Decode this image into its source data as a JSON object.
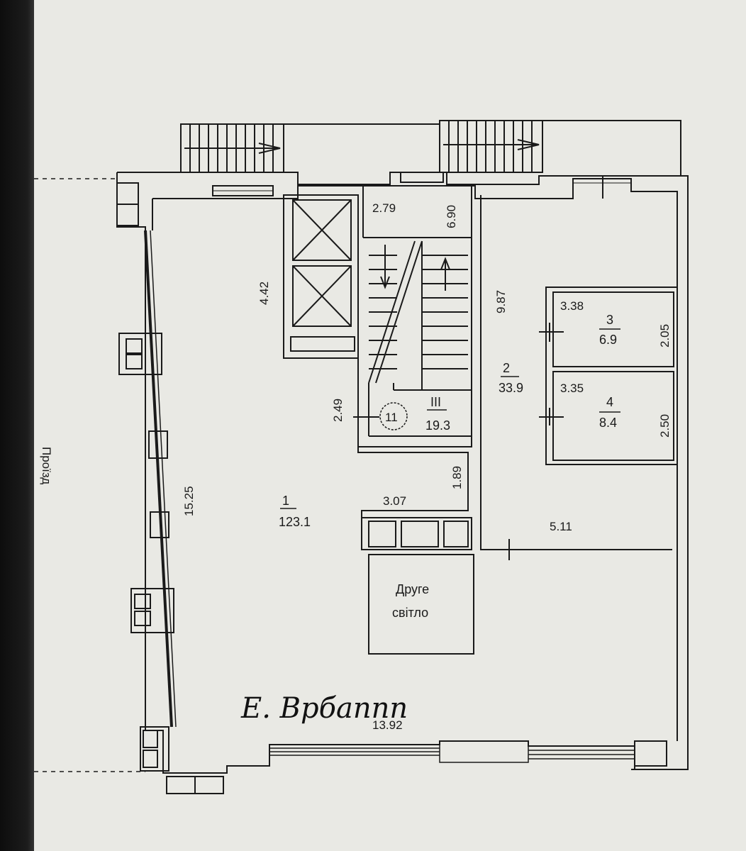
{
  "side_label": "Проїзд",
  "rooms": {
    "room1": {
      "number": "1",
      "area": "123.1"
    },
    "room2": {
      "number": "2",
      "area": "33.9"
    },
    "room3": {
      "number": "3",
      "area": "6.9"
    },
    "room4": {
      "number": "4",
      "area": "8.4"
    },
    "stair": {
      "number": "III",
      "area": "19.3",
      "marker": "11"
    }
  },
  "dimensions": {
    "d_2_79": "2.79",
    "d_6_90": "6.90",
    "d_4_42": "4.42",
    "d_9_87": "9.87",
    "d_3_38": "3.38",
    "d_2_05": "2.05",
    "d_3_35": "3.35",
    "d_2_50": "2.50",
    "d_2_49": "2.49",
    "d_1_89": "1.89",
    "d_3_07": "3.07",
    "d_5_11": "5.11",
    "d_15_25": "15.25",
    "d_13_92": "13.92"
  },
  "void_label": {
    "line1": "Друге",
    "line2": "світло"
  },
  "handwriting": "E. Врбаппп",
  "colors": {
    "background": "#e9e9e4",
    "line": "#1a1a1a",
    "bezel": "#111111"
  }
}
